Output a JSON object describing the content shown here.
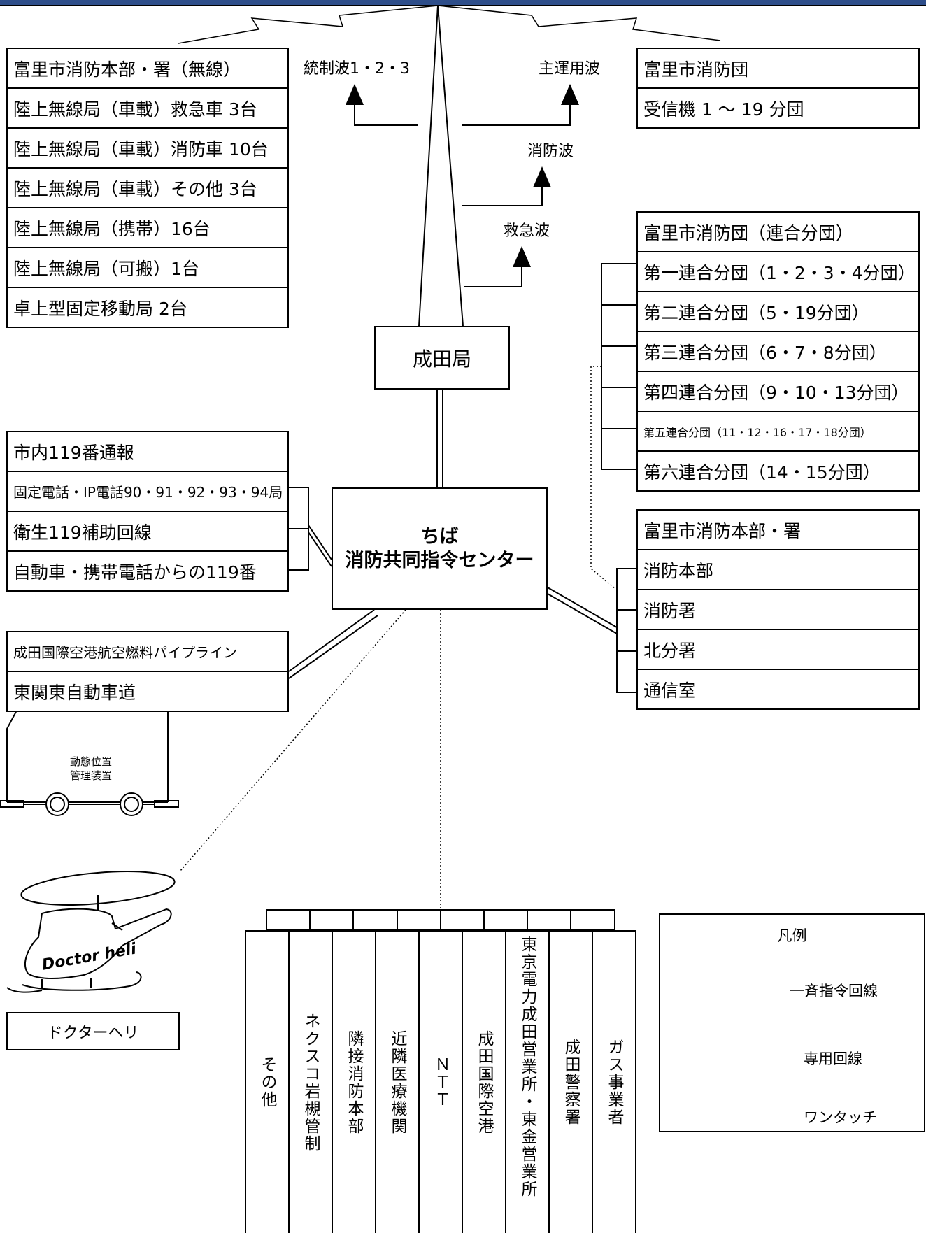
{
  "left_radio": {
    "rows": [
      "富里市消防本部・署（無線）",
      "陸上無線局（車載）救急車 3台",
      "陸上無線局（車載）消防車 10台",
      "陸上無線局（車載）その他 3台",
      "陸上無線局（携帯）16台",
      "陸上無線局（可搬）1台",
      "卓上型固定移動局 2台"
    ]
  },
  "right_radio": {
    "rows": [
      "富里市消防団",
      "受信機 1 ～ 19 分団"
    ]
  },
  "waves": {
    "control": "統制波1・2・3",
    "main": "主運用波",
    "fire": "消防波",
    "ambulance": "救急波"
  },
  "narita_station": "成田局",
  "corps": {
    "rows": [
      "富里市消防団（連合分団）",
      "第一連合分団（1・2・3・4分団）",
      "第二連合分団（5・19分団）",
      "第三連合分団（6・7・8分団）",
      "第四連合分団（9・10・13分団）",
      "第五連合分団（11・12・16・17・18分団）",
      "第六連合分団（14・15分団）"
    ]
  },
  "calls": {
    "rows": [
      "市内119番通報",
      "固定電話・IP電話90・91・92・93・94局",
      "衛生119補助回線",
      "自動車・携帯電話からの119番"
    ]
  },
  "center": {
    "line1": "ちば",
    "line2": "消防共同指令センター"
  },
  "hq": {
    "rows": [
      "富里市消防本部・署",
      "消防本部",
      "消防署",
      "北分署",
      "通信室"
    ]
  },
  "airport": {
    "rows": [
      "成田国際空港航空燃料パイプライン",
      "東関東自動車道"
    ]
  },
  "vehicle_label": "動態位置\n管理装置",
  "heli_text": "Doctor heli",
  "heli_label": "ドクターヘリ",
  "columns": [
    "その他",
    "ネクスコ岩槻管制",
    "隣接消防本部",
    "近隣医療機関",
    "ＮＴＴ",
    "成田国際空港",
    "東京電力成田営業所・東金営業所",
    "成田警察署",
    "ガス事業者"
  ],
  "legend": {
    "title": "凡例",
    "items": [
      "一斉指令回線",
      "専用回線",
      "ワンタッチ"
    ]
  },
  "colors": {
    "banner": "#2e4e8a",
    "line": "#000000"
  }
}
